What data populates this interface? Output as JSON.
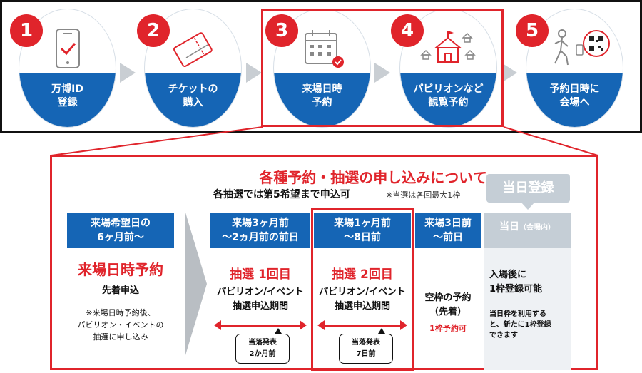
{
  "steps": [
    {
      "num": "1",
      "label_line1": "万博ID",
      "label_line2": "登録",
      "icon": "smartphone-check-icon"
    },
    {
      "num": "2",
      "label_line1": "チケットの",
      "label_line2": "購入",
      "icon": "ticket-icon"
    },
    {
      "num": "3",
      "label_line1": "来場日時",
      "label_line2": "予約",
      "icon": "calendar-check-icon"
    },
    {
      "num": "4",
      "label_line1": "パビリオンなど",
      "label_line2": "観覧予約",
      "icon": "pavilion-icon"
    },
    {
      "num": "5",
      "label_line1": "予約日時に",
      "label_line2": "会場へ",
      "icon": "walk-qr-icon"
    }
  ],
  "panel": {
    "title": "各種予約・抽選の申し込みについて",
    "subtitle": "各抽選では第5希望まで申込可",
    "note": "※当選は各回最大1枠",
    "today_tag": "当日登録",
    "left": {
      "head_line1": "来場希望日の",
      "head_line2": "6ヶ月前〜",
      "big": "来場日時予約",
      "sub": "先着申込",
      "note_line1": "※来場日時予約後、",
      "note_line2": "パビリオン・イベントの",
      "note_line3": "抽選に申し込み"
    },
    "columns": [
      {
        "head_line1": "来場3ヶ月前",
        "head_line2": "〜2ヵ月前の前日",
        "big": "抽選 1回目",
        "sub_line1": "パビリオン/イベント",
        "sub_line2": "抽選申込期間",
        "bubble_line1": "当落発表",
        "bubble_line2": "2か月前"
      },
      {
        "head_line1": "来場1ヶ月前",
        "head_line2": "〜8日前",
        "big": "抽選 2回目",
        "sub_line1": "パビリオン/イベント",
        "sub_line2": "抽選申込期間",
        "bubble_line1": "当落発表",
        "bubble_line2": "7日前"
      }
    ],
    "col3": {
      "head_line1": "来場3日前",
      "head_line2": "〜前日",
      "mid_line1": "空枠の予約",
      "mid_line2": "（先着）",
      "red": "1枠予約可"
    },
    "col4": {
      "head": "当日",
      "head_note": "（会場内）",
      "main_line1": "入場後に",
      "main_line2": "1枠登録可能",
      "note_line1": "当日枠を利用する",
      "note_line2": "と、新たに1枠登録",
      "note_line3": "できます"
    }
  },
  "colors": {
    "blue": "#1565b5",
    "red": "#e0242b",
    "grey": "#c5ced6"
  }
}
